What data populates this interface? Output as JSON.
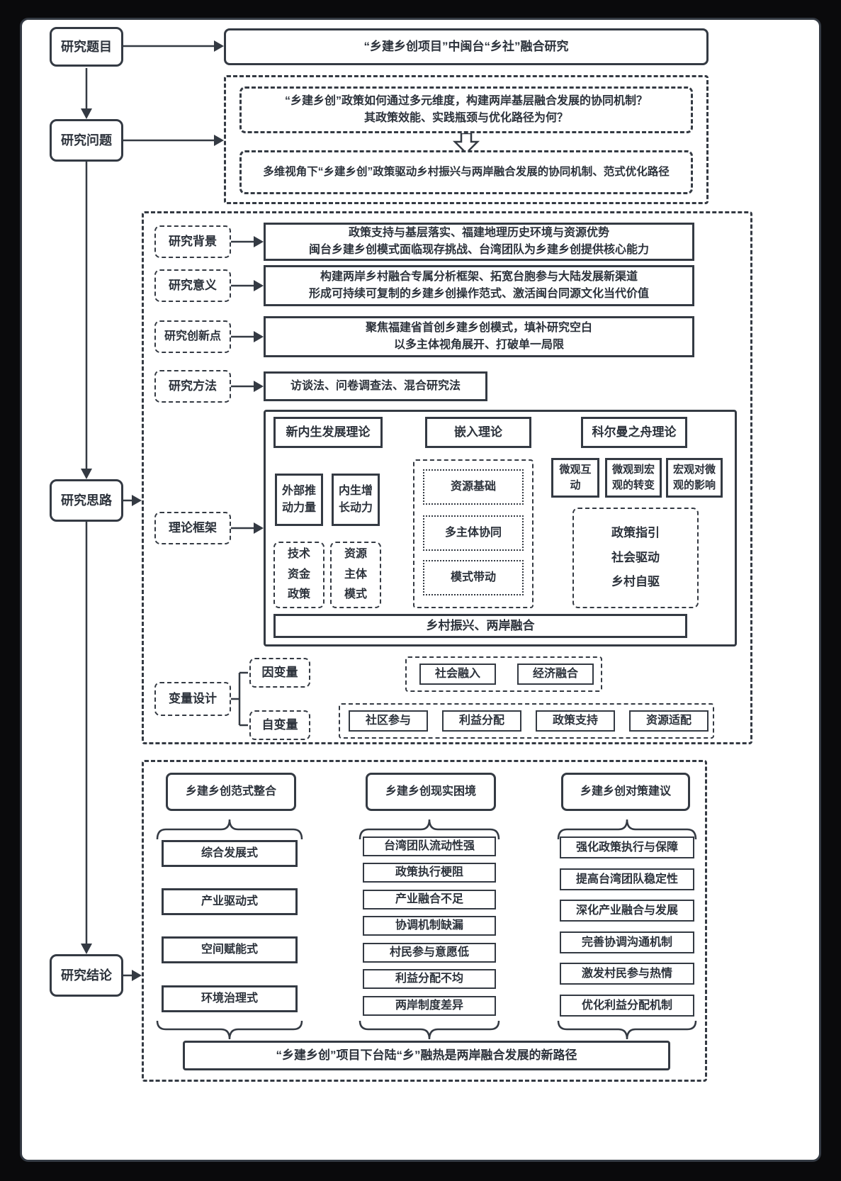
{
  "flow": {
    "topic_label": "研究题目",
    "question_label": "研究问题",
    "approach_label": "研究思路",
    "conclusion_label": "研究结论"
  },
  "topic_title": "“乡建乡创项目”中闽台“乡社”融合研究",
  "question": {
    "line1": "“乡建乡创”政策如何通过多元维度，构建两岸基层融合发展的协同机制？",
    "line2": "其政策效能、实践瓶颈与优化路径为何？",
    "refined": "多维视角下“乡建乡创”政策驱动乡村振兴与两岸融合发展的协同机制、范式优化路径"
  },
  "approach": {
    "background": {
      "label": "研究背景",
      "line1": "政策支持与基层落实、福建地理历史环境与资源优势",
      "line2": "闽台乡建乡创模式面临现存挑战、台湾团队为乡建乡创提供核心能力"
    },
    "significance": {
      "label": "研究意义",
      "line1": "构建两岸乡村融合专属分析框架、拓宽台胞参与大陆发展新渠道",
      "line2": "形成可持续可复制的乡建乡创操作范式、激活闽台同源文化当代价值"
    },
    "innovation": {
      "label": "研究创新点",
      "line1": "聚焦福建省首创乡建乡创模式，填补研究空白",
      "line2": "以多主体视角展开、打破单一局限"
    },
    "method": {
      "label": "研究方法",
      "text": "访谈法、问卷调查法、混合研究法"
    },
    "framework": {
      "label": "理论框架",
      "theories": [
        "新内生发展理论",
        "嵌入理论",
        "科尔曼之舟理论"
      ],
      "endogenous": {
        "external": "外部推动力量",
        "internal": "内生增长动力",
        "external_factors": [
          "技术",
          "资金",
          "政策"
        ],
        "internal_factors": [
          "资源",
          "主体",
          "模式"
        ]
      },
      "embedding": [
        "资源基础",
        "多主体协同",
        "模式带动"
      ],
      "coleman": {
        "stages": [
          "微观互动",
          "微观到宏观的转变",
          "宏观对微观的影响"
        ],
        "drivers": [
          "政策指引",
          "社会驱动",
          "乡村自驱"
        ]
      },
      "outcome": "乡村振兴、两岸融合"
    },
    "variables": {
      "label": "变量设计",
      "dependent_label": "因变量",
      "independent_label": "自变量",
      "dependent": [
        "社会融入",
        "经济融合"
      ],
      "independent": [
        "社区参与",
        "利益分配",
        "政策支持",
        "资源适配"
      ]
    }
  },
  "conclusion": {
    "paradigm": {
      "title": "乡建乡创范式整合",
      "items": [
        "综合发展式",
        "产业驱动式",
        "空间赋能式",
        "环境治理式"
      ]
    },
    "dilemma": {
      "title": "乡建乡创现实困境",
      "items": [
        "台湾团队流动性强",
        "政策执行梗阻",
        "产业融合不足",
        "协调机制缺漏",
        "村民参与意愿低",
        "利益分配不均",
        "两岸制度差异"
      ]
    },
    "suggestion": {
      "title": "乡建乡创对策建议",
      "items": [
        "强化政策执行与保障",
        "提高台湾团队稳定性",
        "深化产业融合与发展",
        "完善协调沟通机制",
        "激发村民参与热情",
        "优化利益分配机制"
      ]
    },
    "summary": "“乡建乡创”项目下台陆“乡”融热是两岸融合发展的新路径"
  },
  "colors": {
    "line": "#343a43",
    "text": "#2c323b",
    "page_bg": "#ffffff",
    "outer_bg": "#0a0a0c"
  }
}
